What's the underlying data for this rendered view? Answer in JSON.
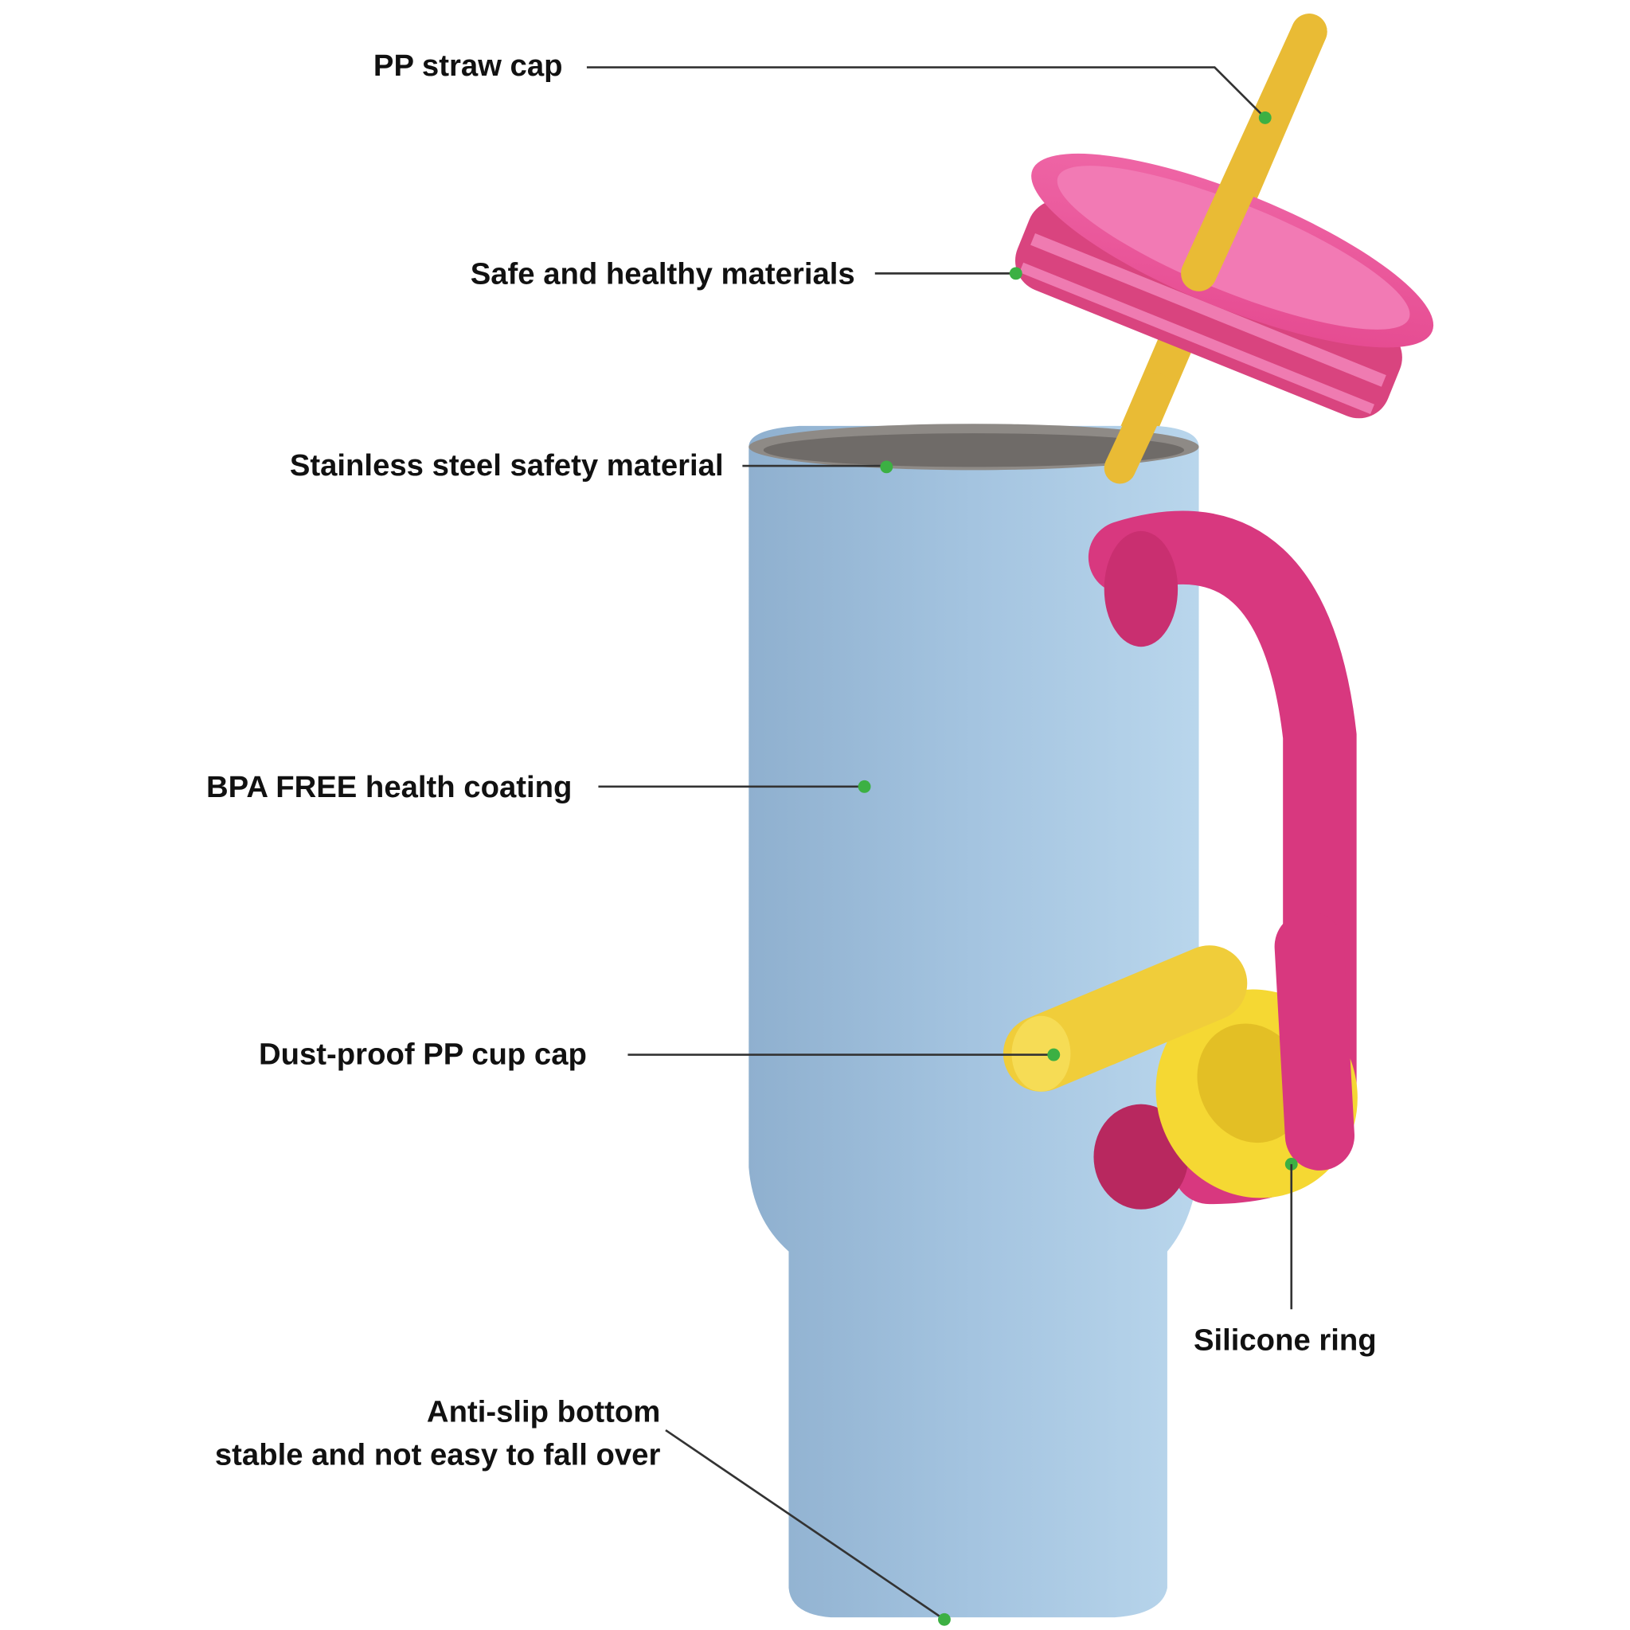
{
  "labels": {
    "straw_cap": "PP straw cap",
    "lid": "Safe and healthy materials",
    "steel": "Stainless steel safety material",
    "coating": "BPA FREE health coating",
    "cup_cap": "Dust-proof PP cup cap",
    "ring": "Silicone ring",
    "bottom_line1": "Anti-slip bottom",
    "bottom_line2": "stable and not easy to fall over"
  },
  "colors": {
    "cup": "#9dbfdc",
    "lid": "#e8559b",
    "handle": "#d8387f",
    "straw": "#f0c43a",
    "ring": "#f5d833",
    "steel": "#8e8a86",
    "dot": "#3cb043"
  }
}
